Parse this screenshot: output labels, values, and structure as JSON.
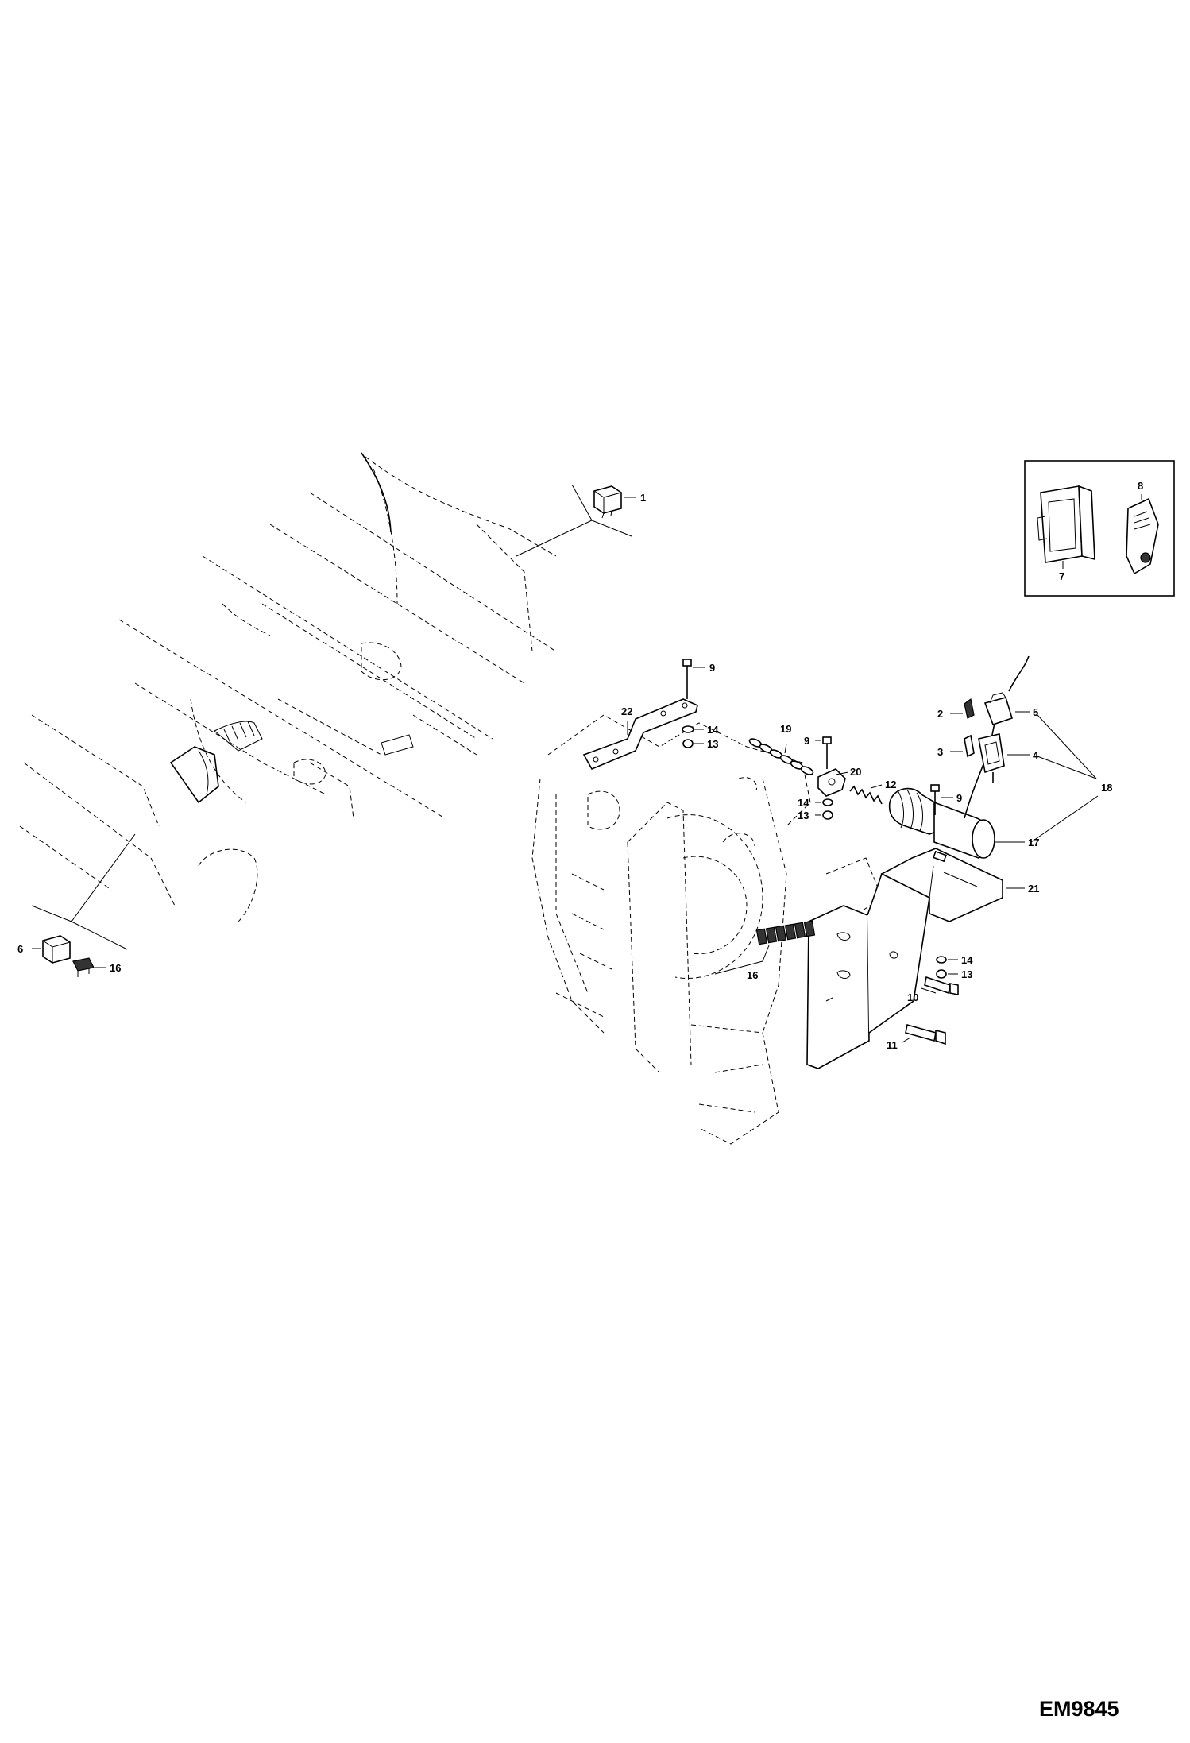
{
  "drawing_code": "EM9845",
  "callouts": {
    "c1": "1",
    "c2": "2",
    "c3": "3",
    "c4": "4",
    "c5": "5",
    "c6": "6",
    "c7": "7",
    "c8": "8",
    "c9": "9",
    "c10": "10",
    "c11": "11",
    "c12": "12",
    "c13": "13",
    "c14": "14",
    "c16": "16",
    "c17": "17",
    "c18": "18",
    "c19": "19",
    "c20": "20",
    "c21": "21",
    "c22": "22"
  }
}
